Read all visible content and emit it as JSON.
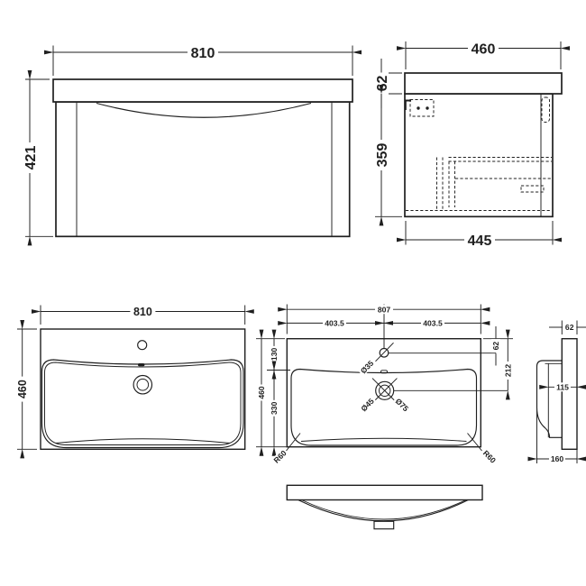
{
  "views": {
    "cabinet_front": {
      "width": "810",
      "height": "421"
    },
    "cabinet_side": {
      "depth": "460",
      "worktop_thickness": "62",
      "cabinet_height": "359",
      "cabinet_depth": "445"
    },
    "basin_plan": {
      "width": "810",
      "depth": "460"
    },
    "basin_detail": {
      "width": "807",
      "left_half": "403.5",
      "right_half": "403.5",
      "rim_depth": "130",
      "bowl_depth": "330",
      "overall_depth": "460",
      "tap_hole_offset": "62",
      "waste_offset": "212",
      "tap_hole_diameter": "Ø35",
      "waste_diameter": "Ø45",
      "overflow_diameter": "Ø75",
      "corner_radius_left": "R60",
      "corner_radius_right": "R60"
    },
    "basin_profile": {
      "rim_thickness": "62",
      "bowl_inner_depth": "115",
      "overall_depth": "160"
    }
  }
}
